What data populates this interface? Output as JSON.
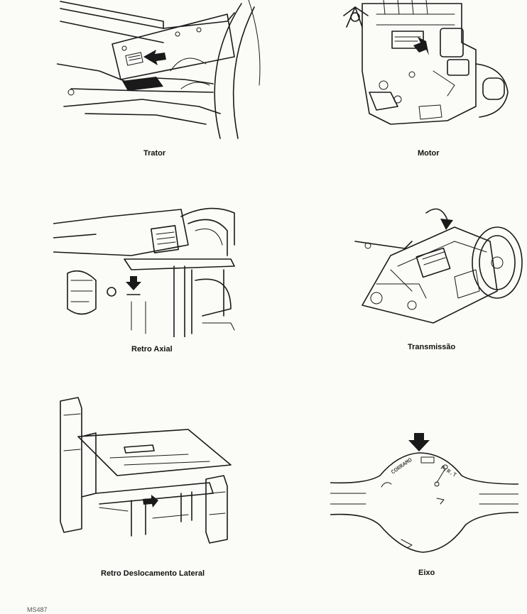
{
  "figures": [
    {
      "id": "trator",
      "caption": "Trator",
      "icon": "tractor-plate-location-illustration"
    },
    {
      "id": "motor",
      "caption": "Motor",
      "icon": "engine-plate-location-illustration"
    },
    {
      "id": "retro_axial",
      "caption": "Retro Axial",
      "icon": "backhoe-axial-plate-location-illustration"
    },
    {
      "id": "transmissao",
      "caption": "Transmissão",
      "icon": "transmission-plate-location-illustration"
    },
    {
      "id": "retro_lateral",
      "caption": "Retro Deslocamento Lateral",
      "icon": "sideshift-backhoe-plate-location-illustration"
    },
    {
      "id": "eixo",
      "caption": "Eixo",
      "icon": "axle-plate-location-illustration"
    }
  ],
  "footer": {
    "code": "MS487"
  }
}
